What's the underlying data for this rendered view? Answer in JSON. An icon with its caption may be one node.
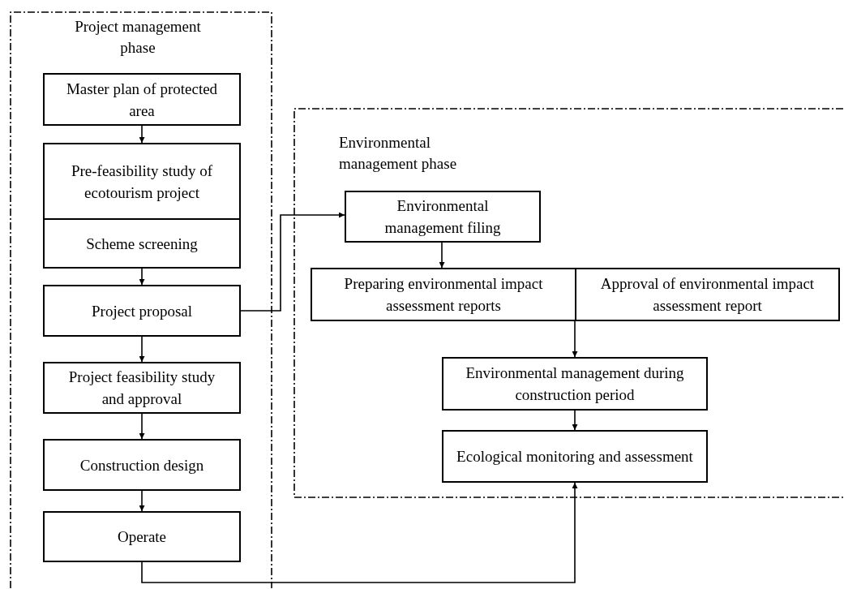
{
  "diagram": {
    "nodes": [
      {
        "text": [
          "Project management phase"
        ]
      },
      {
        "text": [
          "Master plan of protected area"
        ],
        "in": 0
      },
      {
        "text": [
          "Pre-feasibility study of ecotourism project"
        ],
        "in": 0
      },
      {
        "text": [
          "Scheme screening"
        ],
        "in": 0
      },
      {
        "text": [
          "Project proposal"
        ],
        "in": 0
      },
      {
        "text": [
          "Project feasibility study and approval"
        ],
        "in": 0
      },
      {
        "text": [
          "Construction design"
        ],
        "in": 0
      },
      {
        "text": [
          "Operate"
        ],
        "in": 0
      },
      {
        "text": [
          "Environmental management phase"
        ]
      },
      {
        "text": [
          "Environmental management filing"
        ],
        "in": 8
      },
      {
        "text": [
          "Preparing environmental impact assessment reports"
        ],
        "in": 8
      },
      {
        "text": [
          "Approval of environmental impact assessment report"
        ],
        "in": 8
      },
      {
        "text": [
          "Environmental management during construction period"
        ],
        "in": 8
      },
      {
        "text": [
          "Ecological monitoring and assessment"
        ],
        "in": 8
      }
    ],
    "edges": [
      {
        "from": 1,
        "to": 2,
        "arrow": "to"
      },
      {
        "from": 3,
        "to": 4,
        "arrow": "to"
      },
      {
        "from": 4,
        "to": 5,
        "arrow": "to"
      },
      {
        "from": 5,
        "to": 6,
        "arrow": "to"
      },
      {
        "from": 6,
        "to": 7,
        "arrow": "to"
      },
      {
        "from": 4,
        "to": 9,
        "arrow": "to"
      },
      {
        "from": 9,
        "to": 10,
        "arrow": "to"
      },
      {
        "from": 10,
        "to": 12,
        "arrow": "to"
      },
      {
        "from": 12,
        "to": 13,
        "arrow": "to"
      },
      {
        "from": 7,
        "to": 13,
        "arrow": "to"
      }
    ]
  }
}
